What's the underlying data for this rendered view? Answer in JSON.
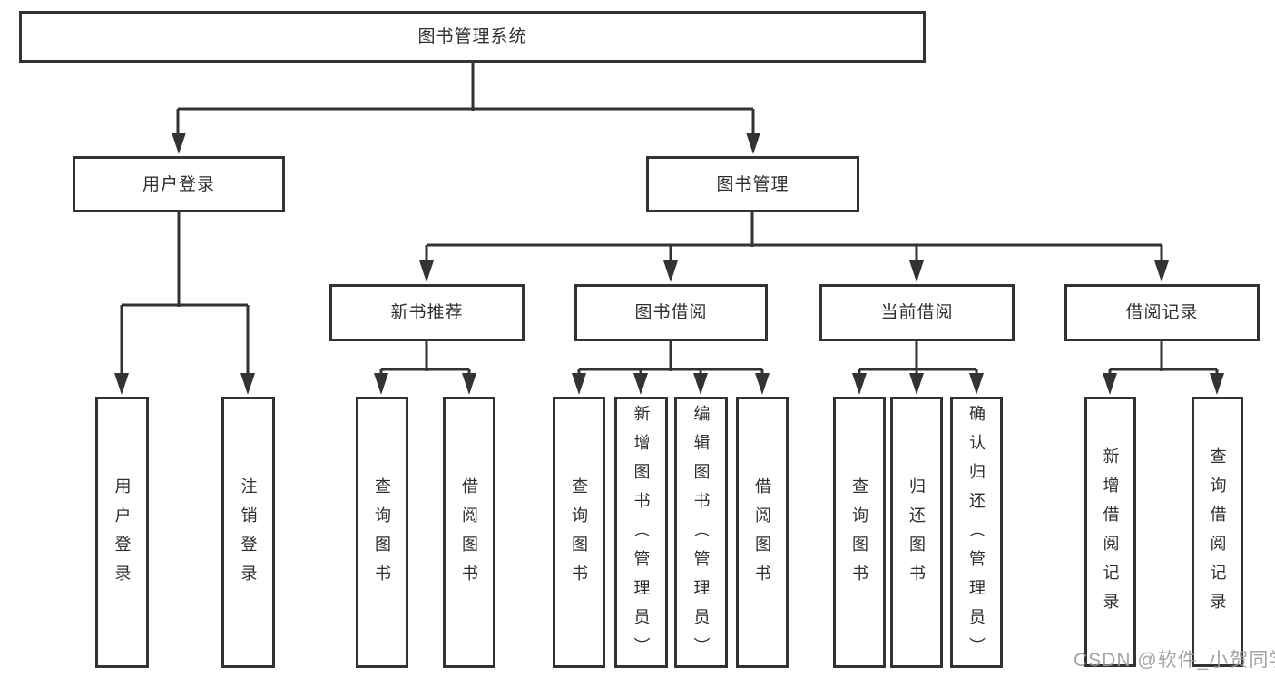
{
  "diagram_title": "图书管理系统",
  "tree": {
    "root": {
      "label": "图书管理系统",
      "children": [
        {
          "label": "用户登录",
          "children": [
            {
              "label": "用户登录"
            },
            {
              "label": "注销登录"
            }
          ]
        },
        {
          "label": "图书管理",
          "children": [
            {
              "label": "新书推荐",
              "children": [
                {
                  "label": "查询图书"
                },
                {
                  "label": "借阅图书"
                }
              ]
            },
            {
              "label": "图书借阅",
              "children": [
                {
                  "label": "查询图书"
                },
                {
                  "label": "新增图书（管理员）"
                },
                {
                  "label": "编辑图书（管理员）"
                },
                {
                  "label": "借阅图书"
                }
              ]
            },
            {
              "label": "当前借阅",
              "children": [
                {
                  "label": "查询图书"
                },
                {
                  "label": "归还图书"
                },
                {
                  "label": "确认归还（管理员）"
                }
              ]
            },
            {
              "label": "借阅记录",
              "children": [
                {
                  "label": "新增借阅记录"
                },
                {
                  "label": "查询借阅记录"
                }
              ]
            }
          ]
        }
      ]
    }
  },
  "watermark": {
    "text": "CSDN @软件_小贺同学"
  },
  "colors": {
    "line": "#333333",
    "box_border": "#333333",
    "box_fill": "#ffffff",
    "text": "#2f2f2f",
    "watermark": "#9b9b9b",
    "background": "#ffffff"
  }
}
